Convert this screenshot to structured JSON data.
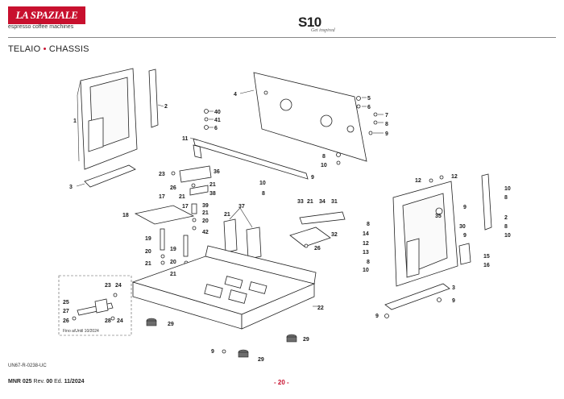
{
  "header": {
    "brand": "LA SPAZIALE",
    "tagline": "espresso coffee machines",
    "model": "S10",
    "model_sub": "Get inspired"
  },
  "section": {
    "title_it": "TELAIO",
    "separator": "•",
    "title_en": "CHASSIS"
  },
  "inset": {
    "note": "Fino a/Until 10/2024"
  },
  "callouts": [
    "1",
    "2",
    "3",
    "4",
    "5",
    "6",
    "7",
    "8",
    "9",
    "10",
    "11",
    "12",
    "13",
    "14",
    "15",
    "16",
    "17",
    "18",
    "19",
    "20",
    "21",
    "22",
    "23",
    "24",
    "25",
    "26",
    "27",
    "28",
    "29",
    "30",
    "31",
    "32",
    "33",
    "34",
    "35",
    "36",
    "37",
    "38",
    "39",
    "40",
    "41",
    "42"
  ],
  "footer": {
    "ref_code": "UN67-R-0238-UC",
    "doc": "MNR 025",
    "rev_label": "Rev.",
    "rev": "00",
    "ed_label": "Ed.",
    "ed": "11/2024",
    "page": "- 20 -"
  },
  "colors": {
    "accent": "#c8102e"
  }
}
